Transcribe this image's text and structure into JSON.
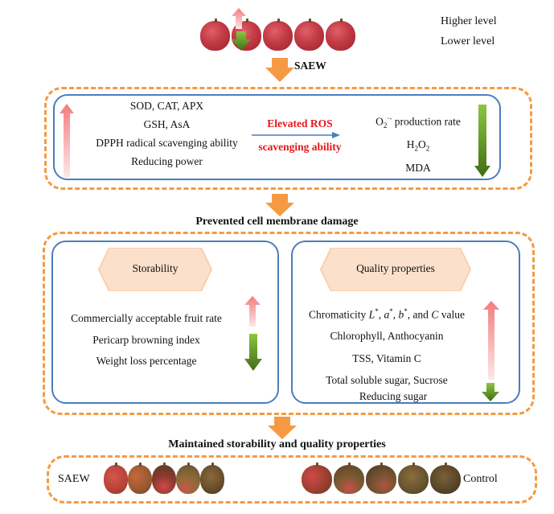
{
  "legend": {
    "higher": "Higher level",
    "lower": "Lower level",
    "higher_color": "#f47c7c",
    "lower_color": "#4f8a1e"
  },
  "top": {
    "fruit_count": 5,
    "treatment_label": "SAEW"
  },
  "ros_box": {
    "increased": [
      "SOD, CAT, APX",
      "GSH, AsA",
      "DPPH radical scavenging ability",
      "Reducing power"
    ],
    "center_line1": "Elevated ROS",
    "center_line2": "scavenging ability",
    "center_color": "#e8161b",
    "decreased": {
      "o2_prefix": "O",
      "o2_sub": "2",
      "o2_sup": "·-",
      "o2_suffix": " production rate",
      "h2o2_h": "H",
      "h2o2_sub1": "2",
      "h2o2_o": "O",
      "h2o2_sub2": "2",
      "mda": "MDA"
    }
  },
  "middle_label": "Prevented cell membrane damage",
  "storability": {
    "title": "Storability",
    "items": [
      "Commercially acceptable fruit rate",
      "Pericarp browning index",
      "Weight loss percentage"
    ]
  },
  "quality": {
    "title": "Quality properties",
    "chroma_prefix": "Chromaticity ",
    "chroma_L": "L",
    "chroma_a": "a",
    "chroma_b": "b",
    "chroma_star": "*",
    "chroma_sep": ", ",
    "chroma_and": ", and ",
    "chroma_C": "C",
    "chroma_suffix": " value",
    "items": [
      "Chlorophyll, Anthocyanin",
      "TSS, Vitamin C",
      "Total soluble sugar, Sucrose",
      "Reducing sugar"
    ]
  },
  "bottom_label": "Maintained storability and quality properties",
  "result": {
    "left_label": "SAEW",
    "right_label": "Control"
  },
  "colors": {
    "orange": "#f59a43",
    "blue": "#4a7ebb",
    "hex_fill": "#fbe1cc"
  }
}
